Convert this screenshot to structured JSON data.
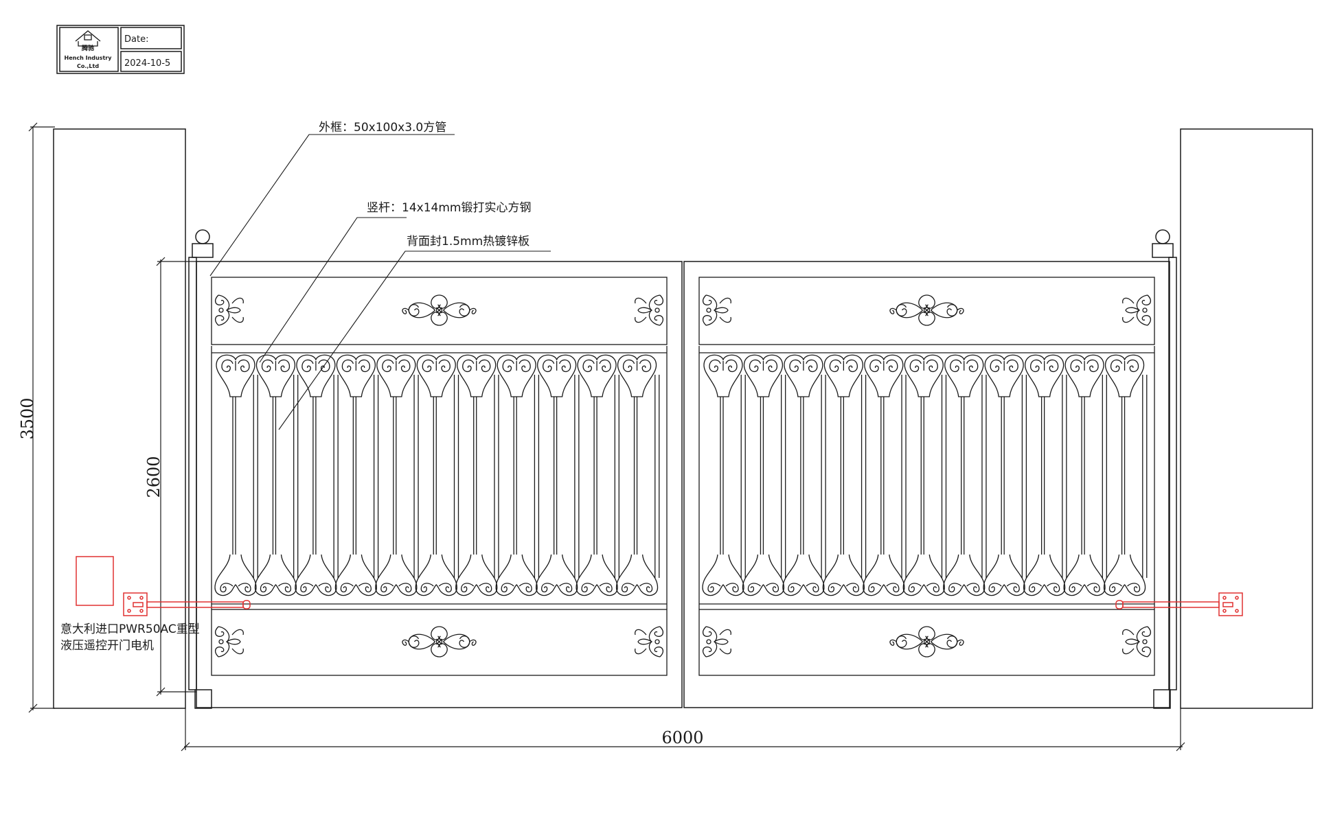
{
  "title_block": {
    "logo_cn": "腾驰",
    "company_line1": "Hench Industry",
    "company_line2": "Co.,Ltd",
    "date_label": "Date:",
    "date_value": "2024-10-5"
  },
  "annotations": {
    "frame": "外框：50x100x3.0方管",
    "vertical_bar": "竖杆：14x14mm锻打实心方钢",
    "back_panel": "背面封1.5mm热镀锌板",
    "motor_line1": "意大利进口PWR50AC重型",
    "motor_line2": "液压遥控开门电机"
  },
  "dimensions": {
    "overall_height": "3500",
    "gate_height": "2600",
    "gate_width": "6000"
  },
  "colors": {
    "line": "#1a1a1a",
    "motor": "#e03030"
  }
}
